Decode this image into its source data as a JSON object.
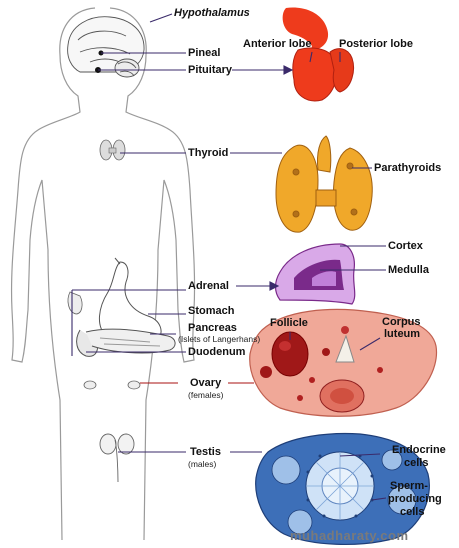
{
  "labels": {
    "hypothalamus": "Hypothalamus",
    "pineal": "Pineal",
    "pituitary": "Pituitary",
    "anterior_lobe": "Anterior lobe",
    "posterior_lobe": "Posterior lobe",
    "thyroid": "Thyroid",
    "parathyroids": "Parathyroids",
    "cortex": "Cortex",
    "medulla": "Medulla",
    "adrenal": "Adrenal",
    "stomach": "Stomach",
    "pancreas": "Pancreas",
    "pancreas_sub": "(Islets of Langerhans)",
    "duodenum": "Duodenum",
    "follicle": "Follicle",
    "corpus": "Corpus",
    "luteum": "luteum",
    "ovary": "Ovary",
    "ovary_sub": "(females)",
    "testis": "Testis",
    "testis_sub": "(males)",
    "endocrine": "Endocrine",
    "endocrine_cells": "cells",
    "sperm": "Sperm-",
    "producing": "producing",
    "producing_cells": "cells"
  },
  "watermark": "muhadharaty.com",
  "colors": {
    "pituitary": "#ee3b1c",
    "thyroid": "#f0a82a",
    "adrenal_medulla": "#7a2a8a",
    "adrenal_cortex": "#d9a9e8",
    "ovary": "#f0a898",
    "follicle": "#a01818",
    "testis": "#3d6fb8",
    "leader_dark": "#3a2a6a",
    "leader_red": "#aa1111"
  }
}
